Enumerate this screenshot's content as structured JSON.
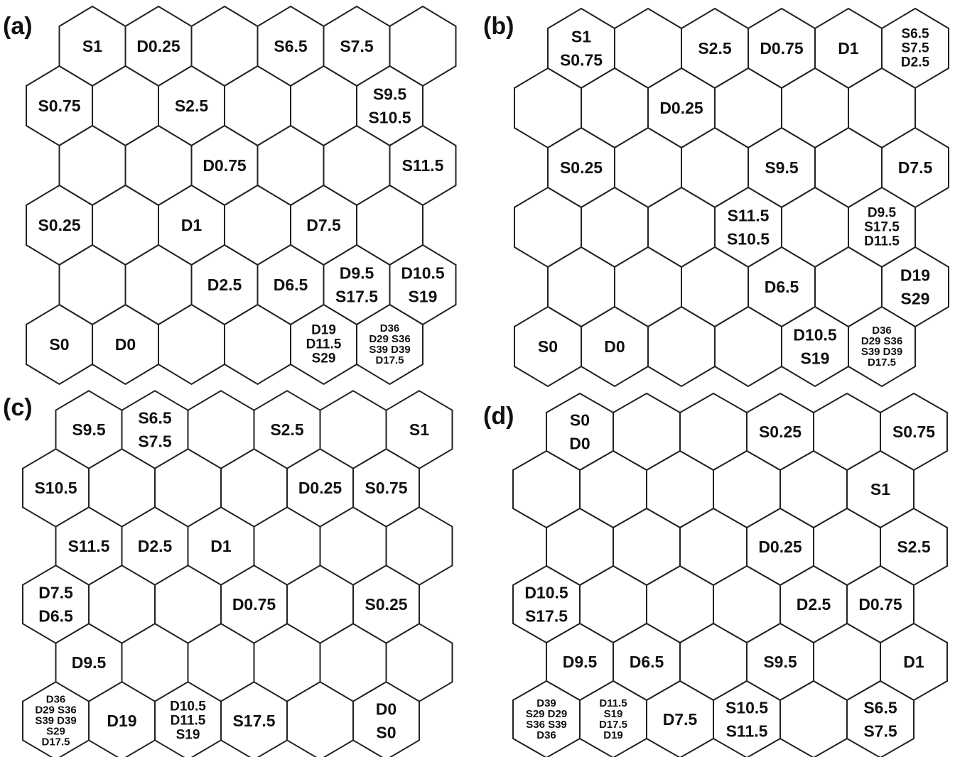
{
  "panels": [
    {
      "label": "(a)",
      "cells": [
        {
          "r": 0,
          "c": 0,
          "lines": [
            "S1"
          ]
        },
        {
          "r": 0,
          "c": 1,
          "lines": [
            "D0.25"
          ]
        },
        {
          "r": 0,
          "c": 3,
          "lines": [
            "S6.5"
          ]
        },
        {
          "r": 0,
          "c": 4,
          "lines": [
            "S7.5"
          ]
        },
        {
          "r": 1,
          "c": 0,
          "lines": [
            "S0.75"
          ]
        },
        {
          "r": 1,
          "c": 2,
          "lines": [
            "S2.5"
          ]
        },
        {
          "r": 1,
          "c": 5,
          "lines": [
            "S9.5",
            "S10.5"
          ]
        },
        {
          "r": 2,
          "c": 2,
          "lines": [
            "D0.75"
          ]
        },
        {
          "r": 2,
          "c": 5,
          "lines": [
            "S11.5"
          ]
        },
        {
          "r": 3,
          "c": 0,
          "lines": [
            "S0.25"
          ]
        },
        {
          "r": 3,
          "c": 2,
          "lines": [
            "D1"
          ]
        },
        {
          "r": 3,
          "c": 4,
          "lines": [
            "D7.5"
          ]
        },
        {
          "r": 4,
          "c": 2,
          "lines": [
            "D2.5"
          ]
        },
        {
          "r": 4,
          "c": 3,
          "lines": [
            "D6.5"
          ]
        },
        {
          "r": 4,
          "c": 4,
          "lines": [
            "D9.5",
            "S17.5"
          ]
        },
        {
          "r": 4,
          "c": 5,
          "lines": [
            "D10.5",
            "S19"
          ]
        },
        {
          "r": 5,
          "c": 0,
          "lines": [
            "S0"
          ]
        },
        {
          "r": 5,
          "c": 1,
          "lines": [
            "D0"
          ]
        },
        {
          "r": 5,
          "c": 4,
          "lines": [
            "D19",
            "D11.5",
            "S29"
          ]
        },
        {
          "r": 5,
          "c": 5,
          "lines": [
            "D36",
            "D29  S36",
            "S39  D39",
            "D17.5"
          ]
        }
      ]
    },
    {
      "label": "(b)",
      "cells": [
        {
          "r": 0,
          "c": 0,
          "lines": [
            "S1",
            "S0.75"
          ]
        },
        {
          "r": 0,
          "c": 2,
          "lines": [
            "S2.5"
          ]
        },
        {
          "r": 0,
          "c": 3,
          "lines": [
            "D0.75"
          ]
        },
        {
          "r": 0,
          "c": 4,
          "lines": [
            "D1"
          ]
        },
        {
          "r": 0,
          "c": 5,
          "lines": [
            "S6.5",
            "S7.5",
            "D2.5"
          ]
        },
        {
          "r": 1,
          "c": 2,
          "lines": [
            "D0.25"
          ]
        },
        {
          "r": 2,
          "c": 0,
          "lines": [
            "S0.25"
          ]
        },
        {
          "r": 2,
          "c": 3,
          "lines": [
            "S9.5"
          ]
        },
        {
          "r": 2,
          "c": 5,
          "lines": [
            "D7.5"
          ]
        },
        {
          "r": 3,
          "c": 3,
          "lines": [
            "S11.5",
            "S10.5"
          ]
        },
        {
          "r": 3,
          "c": 5,
          "lines": [
            "D9.5",
            "S17.5",
            "D11.5"
          ]
        },
        {
          "r": 4,
          "c": 3,
          "lines": [
            "D6.5"
          ]
        },
        {
          "r": 4,
          "c": 5,
          "lines": [
            "D19",
            "S29"
          ]
        },
        {
          "r": 5,
          "c": 0,
          "lines": [
            "S0"
          ]
        },
        {
          "r": 5,
          "c": 1,
          "lines": [
            "D0"
          ]
        },
        {
          "r": 5,
          "c": 4,
          "lines": [
            "D10.5",
            "S19"
          ]
        },
        {
          "r": 5,
          "c": 5,
          "lines": [
            "D36",
            "D29  S36",
            "S39  D39",
            "D17.5"
          ]
        }
      ]
    },
    {
      "label": "(c)",
      "cells": [
        {
          "r": 0,
          "c": 0,
          "lines": [
            "S9.5"
          ]
        },
        {
          "r": 0,
          "c": 1,
          "lines": [
            "S6.5",
            "S7.5"
          ]
        },
        {
          "r": 0,
          "c": 3,
          "lines": [
            "S2.5"
          ]
        },
        {
          "r": 0,
          "c": 5,
          "lines": [
            "S1"
          ]
        },
        {
          "r": 1,
          "c": 0,
          "lines": [
            "S10.5"
          ]
        },
        {
          "r": 1,
          "c": 4,
          "lines": [
            "D0.25"
          ]
        },
        {
          "r": 1,
          "c": 5,
          "lines": [
            "S0.75"
          ]
        },
        {
          "r": 2,
          "c": 0,
          "lines": [
            "S11.5"
          ]
        },
        {
          "r": 2,
          "c": 1,
          "lines": [
            "D2.5"
          ]
        },
        {
          "r": 2,
          "c": 2,
          "lines": [
            "D1"
          ]
        },
        {
          "r": 3,
          "c": 0,
          "lines": [
            "D7.5",
            "D6.5"
          ]
        },
        {
          "r": 3,
          "c": 3,
          "lines": [
            "D0.75"
          ]
        },
        {
          "r": 3,
          "c": 5,
          "lines": [
            "S0.25"
          ]
        },
        {
          "r": 4,
          "c": 0,
          "lines": [
            "D9.5"
          ]
        },
        {
          "r": 5,
          "c": 0,
          "lines": [
            "D36",
            "D29  S36",
            "S39  D39",
            "S29",
            "D17.5"
          ]
        },
        {
          "r": 5,
          "c": 1,
          "lines": [
            "D19"
          ]
        },
        {
          "r": 5,
          "c": 2,
          "lines": [
            "D10.5",
            "D11.5",
            "S19"
          ]
        },
        {
          "r": 5,
          "c": 3,
          "lines": [
            "S17.5"
          ]
        },
        {
          "r": 5,
          "c": 5,
          "lines": [
            "D0",
            "S0"
          ]
        }
      ]
    },
    {
      "label": "(d)",
      "cells": [
        {
          "r": 0,
          "c": 0,
          "lines": [
            "S0",
            "D0"
          ]
        },
        {
          "r": 0,
          "c": 3,
          "lines": [
            "S0.25"
          ]
        },
        {
          "r": 0,
          "c": 5,
          "lines": [
            "S0.75"
          ]
        },
        {
          "r": 1,
          "c": 5,
          "lines": [
            "S1"
          ]
        },
        {
          "r": 2,
          "c": 3,
          "lines": [
            "D0.25"
          ]
        },
        {
          "r": 2,
          "c": 5,
          "lines": [
            "S2.5"
          ]
        },
        {
          "r": 3,
          "c": 0,
          "lines": [
            "D10.5",
            "S17.5"
          ]
        },
        {
          "r": 3,
          "c": 4,
          "lines": [
            "D2.5"
          ]
        },
        {
          "r": 3,
          "c": 5,
          "lines": [
            "D0.75"
          ]
        },
        {
          "r": 4,
          "c": 0,
          "lines": [
            "D9.5"
          ]
        },
        {
          "r": 4,
          "c": 1,
          "lines": [
            "D6.5"
          ]
        },
        {
          "r": 4,
          "c": 3,
          "lines": [
            "S9.5"
          ]
        },
        {
          "r": 4,
          "c": 5,
          "lines": [
            "D1"
          ]
        },
        {
          "r": 5,
          "c": 0,
          "lines": [
            "D39",
            "S29  D29",
            "S36  S39",
            "D36"
          ]
        },
        {
          "r": 5,
          "c": 1,
          "lines": [
            "D11.5",
            "S19",
            "D17.5",
            "D19"
          ]
        },
        {
          "r": 5,
          "c": 2,
          "lines": [
            "D7.5"
          ]
        },
        {
          "r": 5,
          "c": 3,
          "lines": [
            "S10.5",
            "S11.5"
          ]
        },
        {
          "r": 5,
          "c": 5,
          "lines": [
            "S6.5",
            "S7.5"
          ]
        }
      ]
    }
  ]
}
